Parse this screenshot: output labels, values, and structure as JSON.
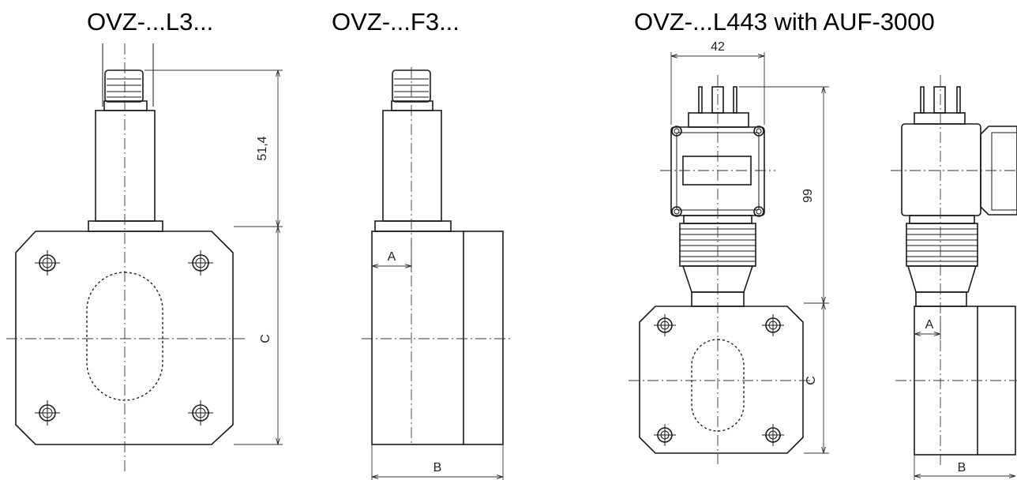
{
  "titles": {
    "view1": "OVZ-...L3...",
    "view2": "OVZ-...F3...",
    "view3": "OVZ-...L443 with AUF-3000"
  },
  "dimensions": {
    "length_51": "51,4",
    "label_C1": "C",
    "label_A1": "A",
    "label_B1": "B",
    "width_42": "42",
    "height_99": "99",
    "label_C2": "C",
    "label_A2": "A",
    "label_B2": "B"
  }
}
